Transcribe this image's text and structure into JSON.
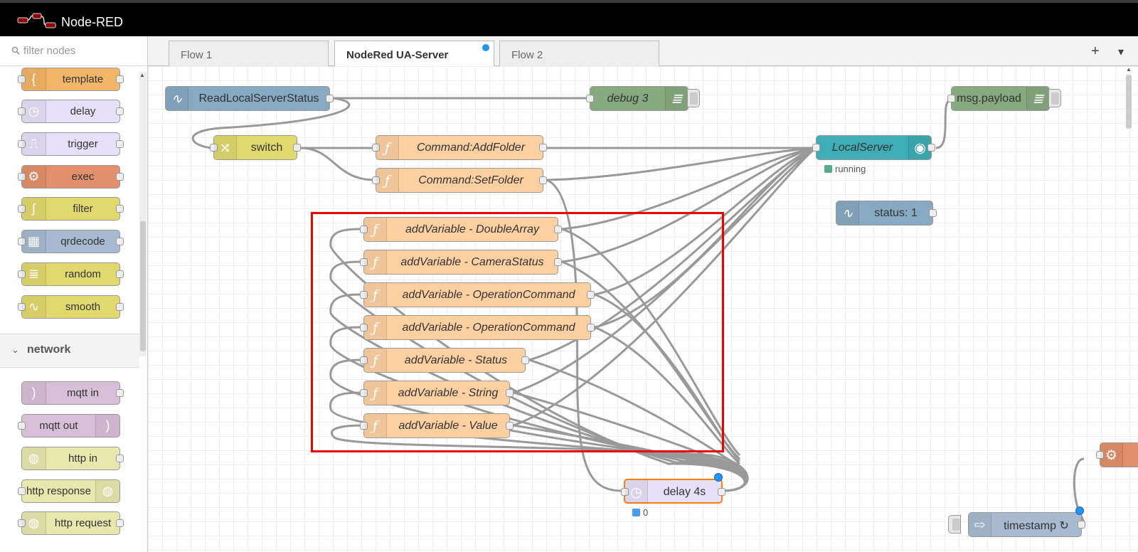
{
  "app": {
    "title": "Node-RED"
  },
  "palette": {
    "filter_placeholder": "filter nodes",
    "items": [
      {
        "label": "template",
        "color": "#f3b567",
        "icon": "brace-icon",
        "glyph": "{"
      },
      {
        "label": "delay",
        "color": "#e6e0f8",
        "icon": "timer-icon",
        "glyph": "◷"
      },
      {
        "label": "trigger",
        "color": "#e6e0f8",
        "icon": "trigger-icon",
        "glyph": "⎍"
      },
      {
        "label": "exec",
        "color": "#e2906b",
        "icon": "cog-icon",
        "glyph": "⚙"
      },
      {
        "label": "filter",
        "color": "#e2d96e",
        "icon": "filter-icon",
        "glyph": "∫"
      },
      {
        "label": "qrdecode",
        "color": "#a6bbcf",
        "icon": "qrcode-icon",
        "glyph": "▦"
      },
      {
        "label": "random",
        "color": "#e2d96e",
        "icon": "list-icon",
        "glyph": "≣"
      },
      {
        "label": "smooth",
        "color": "#e2d96e",
        "icon": "wave-icon",
        "glyph": "∿"
      }
    ],
    "category": {
      "label": "network"
    },
    "network_items": [
      {
        "label": "mqtt in",
        "color": "#d8bfd8",
        "icon": "mqtt-icon",
        "glyph": ")"
      },
      {
        "label": "mqtt out",
        "color": "#d8bfd8",
        "icon": "mqtt-icon",
        "glyph": ")"
      },
      {
        "label": "http in",
        "color": "#e7e7ae",
        "icon": "globe-icon",
        "glyph": "◍"
      },
      {
        "label": "http response",
        "color": "#e7e7ae",
        "icon": "globe-icon",
        "glyph": "◍"
      },
      {
        "label": "http request",
        "color": "#e7e7ae",
        "icon": "globe-icon",
        "glyph": "◍"
      }
    ]
  },
  "tabs": [
    {
      "label": "Flow 1",
      "active": false
    },
    {
      "label": "NodeRed UA-Server",
      "active": true,
      "changed": true
    },
    {
      "label": "Flow 2",
      "active": false
    }
  ],
  "tab_actions": {
    "add": "+",
    "menu": "▾"
  },
  "flow": {
    "nodes": {
      "read_status": {
        "label": "ReadLocalServerStatus",
        "color": "#87a9c1",
        "icon": "status-icon"
      },
      "debug3": {
        "label": "debug 3",
        "color": "#87a980",
        "icon": "debug-list-icon"
      },
      "msg_payload": {
        "label": "msg.payload",
        "color": "#87a980",
        "icon": "debug-list-icon"
      },
      "switch": {
        "label": "switch",
        "color": "#e2d96e",
        "icon": "switch-icon"
      },
      "cmd_addfolder": {
        "label": "Command:AddFolder",
        "color": "#fdd0a2",
        "icon": "function-icon"
      },
      "cmd_setfolder": {
        "label": "Command:SetFolder",
        "color": "#fdd0a2",
        "icon": "function-icon"
      },
      "local_server": {
        "label": "LocalServer",
        "color": "#3fadb5",
        "icon": "opcua-icon",
        "status": "running",
        "status_color": "#5a8"
      },
      "status1": {
        "label": "status: 1",
        "color": "#87a9c1",
        "icon": "status-icon"
      },
      "av_doublearray": {
        "label": "addVariable - DoubleArray",
        "color": "#fdd0a2",
        "icon": "function-icon"
      },
      "av_camerastatus": {
        "label": "addVariable - CameraStatus",
        "color": "#fdd0a2",
        "icon": "function-icon"
      },
      "av_opcmd1": {
        "label": "addVariable - OperationCommand",
        "color": "#fdd0a2",
        "icon": "function-icon"
      },
      "av_opcmd2": {
        "label": "addVariable - OperationCommand",
        "color": "#fdd0a2",
        "icon": "function-icon"
      },
      "av_status": {
        "label": "addVariable - Status",
        "color": "#fdd0a2",
        "icon": "function-icon"
      },
      "av_string": {
        "label": "addVariable - String",
        "color": "#fdd0a2",
        "icon": "function-icon"
      },
      "av_value": {
        "label": "addVariable - Value",
        "color": "#fdd0a2",
        "icon": "function-icon"
      },
      "delay4s": {
        "label": "delay 4s",
        "color": "#e6e0f8",
        "icon": "timer-icon",
        "status": "0",
        "status_color": "#4a9cf0"
      },
      "timestamp": {
        "label": "timestamp ↻",
        "color": "#a6bbcf",
        "icon": "inject-arrow-icon"
      }
    }
  }
}
